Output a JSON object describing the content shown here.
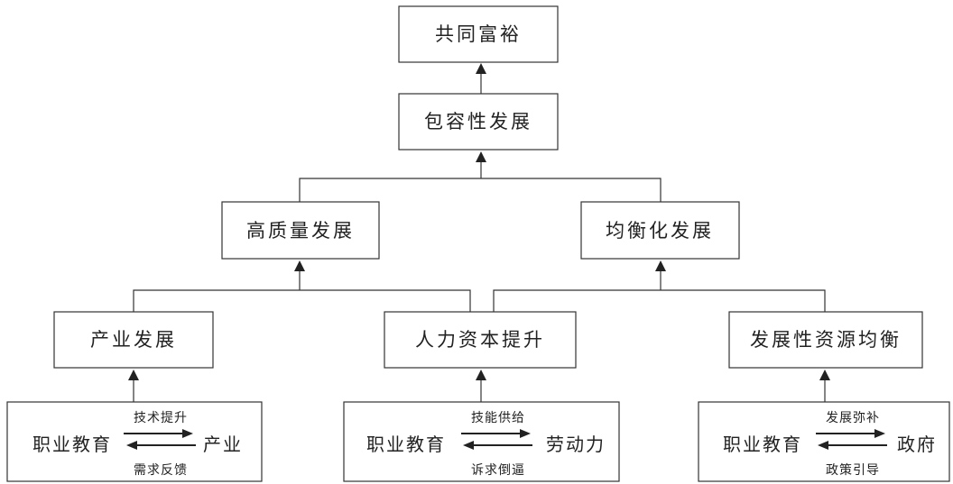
{
  "nodes": {
    "common_prosperity": "共同富裕",
    "inclusive_development": "包容性发展",
    "high_quality_development": "高质量发展",
    "balanced_development": "均衡化发展",
    "industry_development": "产业发展",
    "human_capital": "人力资本提升",
    "resource_balance": "发展性资源均衡"
  },
  "relations": [
    {
      "left": "职业教育",
      "right": "产业",
      "forward": "技术提升",
      "backward": "需求反馈"
    },
    {
      "left": "职业教育",
      "right": "劳动力",
      "forward": "技能供给",
      "backward": "诉求倒逼"
    },
    {
      "left": "职业教育",
      "right": "政府",
      "forward": "发展弥补",
      "backward": "政策引导"
    }
  ]
}
